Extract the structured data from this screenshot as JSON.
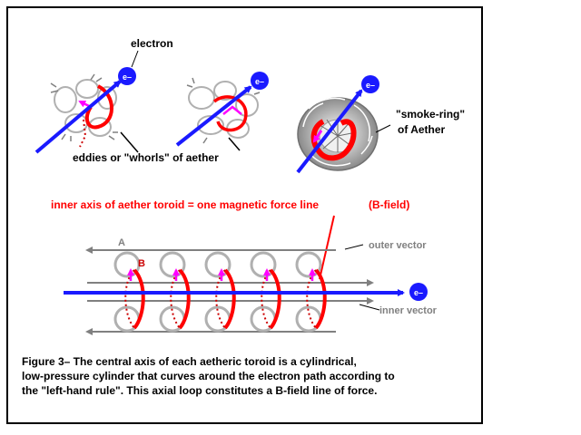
{
  "labels": {
    "electron": "electron",
    "e_symbol": "e–",
    "eddies": "eddies or \"whorls\" of aether",
    "smoke_ring_line1": "\"smoke-ring\"",
    "smoke_ring_line2": "of Aether",
    "inner_axis": "inner axis of aether toroid = one magnetic force line",
    "b_field": "(B-field)",
    "outer_vector": "outer vector",
    "inner_vector": "inner vector",
    "marker_a": "A",
    "marker_b": "B"
  },
  "caption": {
    "line1": "Figure 3–  The central axis of each aetheric toroid is a cylindrical,",
    "line2": "low-pressure cylinder that curves around the electron path according to",
    "line3": "the \"left-hand rule\". This axial loop constitutes a B-field line of force."
  },
  "colors": {
    "electron_blue": "#1a1aff",
    "field_red": "#ff0000",
    "magenta": "#ff00ff",
    "aether_gray": "#a8a8a8",
    "dark_gray": "#808080"
  }
}
